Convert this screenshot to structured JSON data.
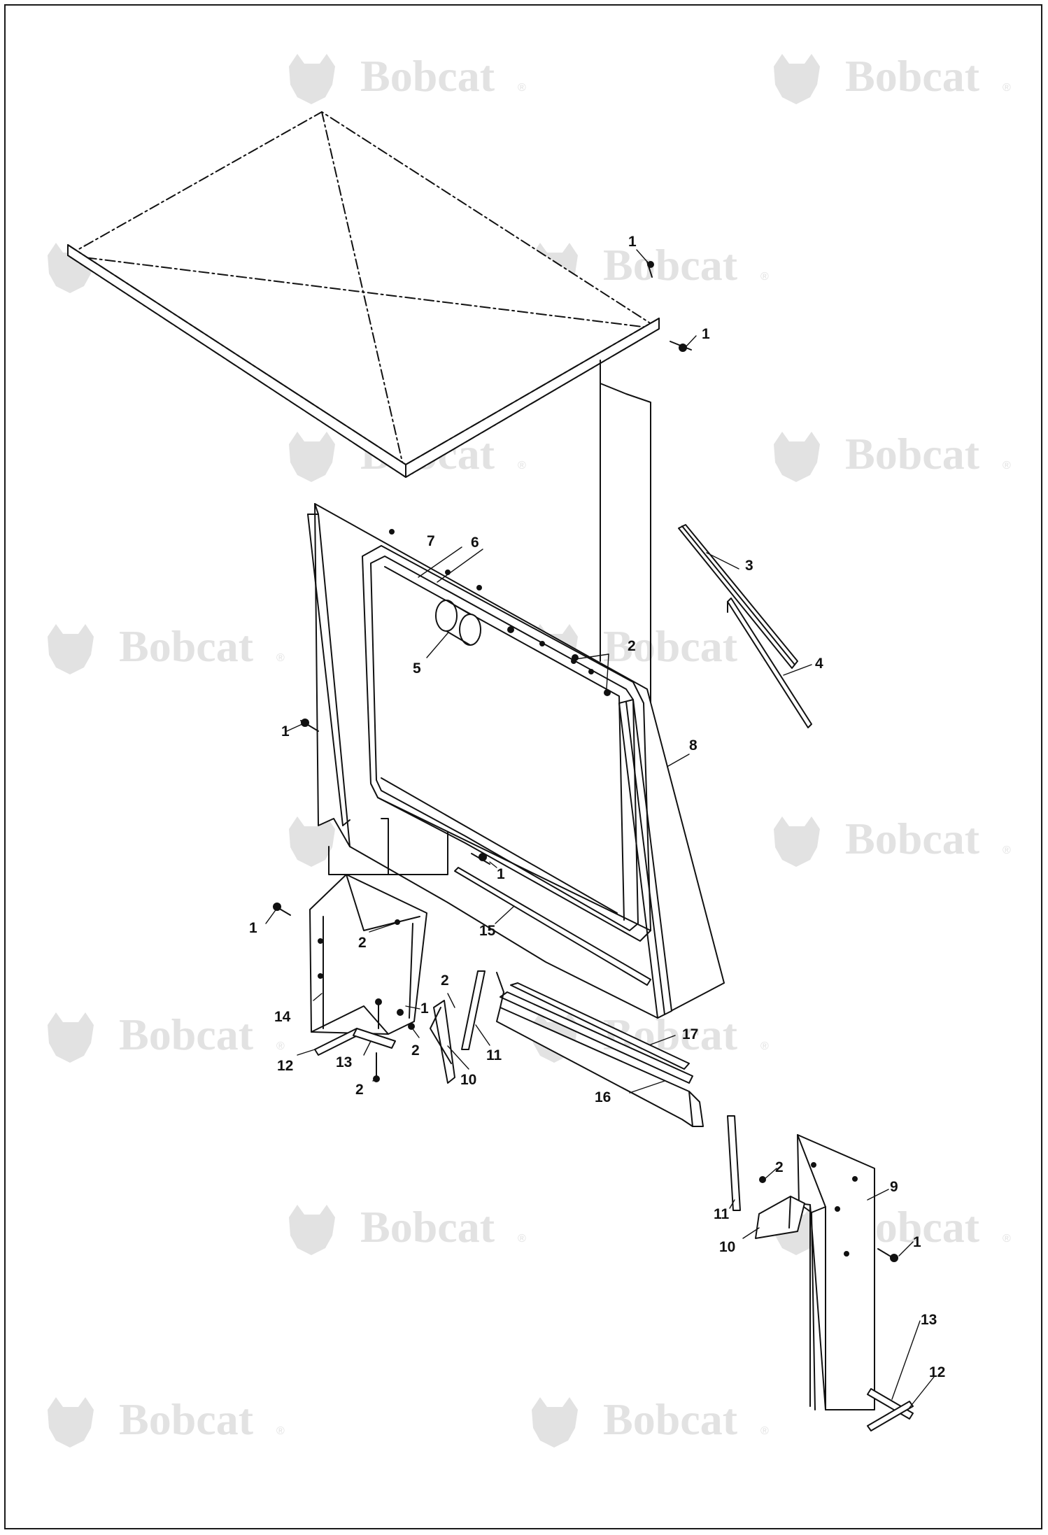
{
  "watermark": {
    "brand": "Bobcat",
    "mark": "®",
    "color": "#e2e2e2"
  },
  "callouts": [
    {
      "id": "c1a",
      "label": "1"
    },
    {
      "id": "c1b",
      "label": "1"
    },
    {
      "id": "c1c",
      "label": "1"
    },
    {
      "id": "c1d",
      "label": "1"
    },
    {
      "id": "c1e",
      "label": "1"
    },
    {
      "id": "c1f",
      "label": "1"
    },
    {
      "id": "c1g",
      "label": "1"
    },
    {
      "id": "c2a",
      "label": "2"
    },
    {
      "id": "c2b",
      "label": "2"
    },
    {
      "id": "c2c",
      "label": "2"
    },
    {
      "id": "c2d",
      "label": "2"
    },
    {
      "id": "c2e",
      "label": "2"
    },
    {
      "id": "c2f",
      "label": "2"
    },
    {
      "id": "c3",
      "label": "3"
    },
    {
      "id": "c4",
      "label": "4"
    },
    {
      "id": "c5",
      "label": "5"
    },
    {
      "id": "c6",
      "label": "6"
    },
    {
      "id": "c7",
      "label": "7"
    },
    {
      "id": "c8",
      "label": "8"
    },
    {
      "id": "c9",
      "label": "9"
    },
    {
      "id": "c10a",
      "label": "10"
    },
    {
      "id": "c10b",
      "label": "10"
    },
    {
      "id": "c11a",
      "label": "11"
    },
    {
      "id": "c11b",
      "label": "11"
    },
    {
      "id": "c12a",
      "label": "12"
    },
    {
      "id": "c12b",
      "label": "12"
    },
    {
      "id": "c13a",
      "label": "13"
    },
    {
      "id": "c13b",
      "label": "13"
    },
    {
      "id": "c14",
      "label": "14"
    },
    {
      "id": "c15",
      "label": "15"
    },
    {
      "id": "c16",
      "label": "16"
    },
    {
      "id": "c17",
      "label": "17"
    }
  ]
}
